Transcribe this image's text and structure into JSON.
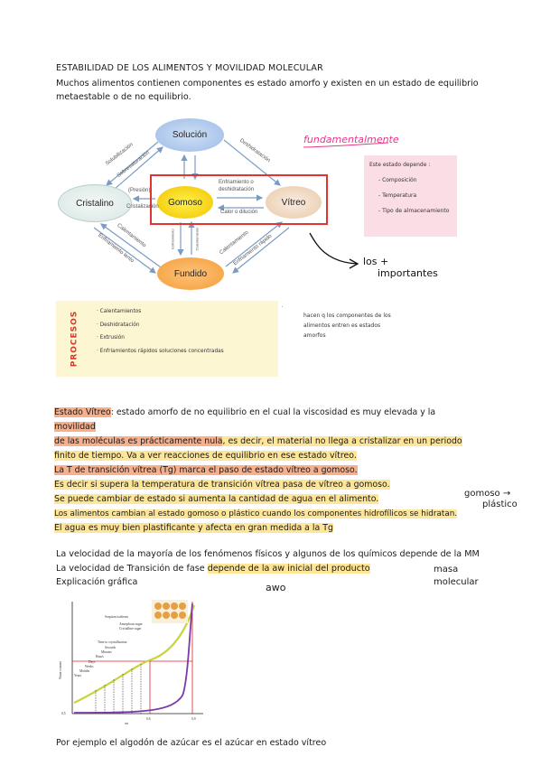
{
  "title": "ESTABILIDAD DE LOS ALIMENTOS Y MOVILIDAD MOLECULAR",
  "intro": "Muchos alimentos contienen componentes es estado amorfo y existen en un estado de equilibrio metaestable o de no equilibrio.",
  "diagram": {
    "nodes": {
      "solucion": "Solución",
      "cristalino": "Cristalino",
      "gomoso": "Gomoso",
      "vitreo": "Vítreo",
      "fundido": "Fundido"
    },
    "labels": {
      "solubilizacion": "Solubilización",
      "sobresaturacion": "Sobresaturación",
      "deshidratacion": "Deshidratación",
      "presion": "(Presión)",
      "cristalizacion": "Cristalización",
      "enfriamiento_desh_1": "Enfriamiento o",
      "enfriamiento_desh_2": "deshidratación",
      "calor_dilucion": "Calor o dilución",
      "calentamiento_left": "Calentamiento",
      "enfriamiento_lento": "Enfriamiento lento",
      "calentamiento_right": "Calentamiento",
      "enfriamiento_rapido": "Enfriamiento rápido",
      "enfriamiento_v": "Enfriamiento",
      "calentamiento_v": "Calentamiento"
    }
  },
  "annotations": {
    "fundamentalmente": "fundamentalmente",
    "pink_note": {
      "heading": "Este estado depende :",
      "items": [
        "- Composición",
        "- Temperatura",
        "- Tipo de almacenamiento"
      ]
    },
    "los_importantes_1": "los +",
    "los_importantes_2": "importantes"
  },
  "procesos": {
    "title": "PROCESOS",
    "items": [
      "· Calentamientos",
      "· Deshidratación",
      "· Extrusión",
      "· Enfriamientos rápidos soluciones concentradas"
    ],
    "note": "hacen q los componentes de los alimentos entren es estados amorfos"
  },
  "paragraph": {
    "l1a": "Estado Vítreo",
    "l1b": ": estado amorfo de no equilibrio en el cual la viscosidad es muy elevada y la ",
    "l1c": "movilidad",
    "l2a": "de las moléculas es prácticamente nula",
    "l2b": ", es decir, el material no llega a cristalizar en un periodo",
    "l3": "finito de tiempo. Va a ver reacciones de equilibrio en ese estado vítreo.",
    "l4": "La T de transición vítrea (Tg) marca el paso de estado vítreo a gomoso.",
    "l5": "Es decir si supera la temperatura de transición vítrea pasa de vítreo a gomoso.",
    "l6": "Se puede cambiar de estado si aumenta la cantidad de agua en el alimento.",
    "l7": "Los alimentos cambian al estado gomoso o plástico cuando los componentes hidrofílicos se hidratan.",
    "l8": "El agua es muy bien plastificante y afecta en gran medida a la Tg"
  },
  "side_note": [
    "gomoso →",
    "plástico"
  ],
  "lower": {
    "l1": "La velocidad de la mayoría de los fenómenos físicos y algunos de los químicos depende de la MM",
    "l2a": "La velocidad de Transición de fase ",
    "l2b": "depende de la aw inicial del producto",
    "l3": "Explicación gráfica"
  },
  "aw_label": "awo",
  "masa": [
    "masa",
    "molecular"
  ],
  "chart_data": {
    "type": "line",
    "ylabel": "Water content",
    "xlabel": "aw",
    "x_ticks": [
      "0,6",
      "0,9"
    ],
    "y_tick": "0,5",
    "annotations": [
      "Sorption isotherm",
      "Amorphous sugar",
      "Crystalline sugar",
      "Time to crystallization",
      "Seconds",
      "Minutes",
      "Hours",
      "Days",
      "Weeks",
      "Months",
      "Years"
    ]
  },
  "footer": "Por ejemplo el algodón de azúcar es el azúcar en estado vítreo",
  "colors": {
    "red_box": "#e2342f",
    "pink_handwriting": "#e8358c",
    "highlight_orange": "#f7b08b",
    "highlight_yellow": "#ffe696",
    "procesos_bg": "#fdf6d2",
    "pink_note_bg": "#fbdde6"
  }
}
